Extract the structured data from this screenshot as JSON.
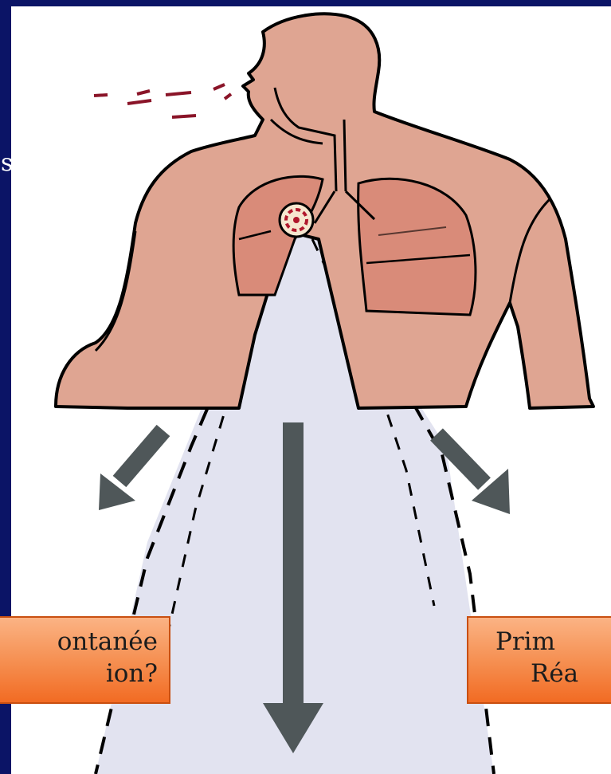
{
  "edge_text": "s",
  "labels": {
    "left": {
      "line1": "ontanée",
      "line2": "ion?"
    },
    "right": {
      "line1": "Prim",
      "line2": "Réa"
    }
  },
  "colors": {
    "frame": "#0b1466",
    "skin": "#dfa592",
    "lung": "#d98b79",
    "outline": "#000000",
    "funnel": "#e2e3f0",
    "arrow": "#4f5759",
    "breath": "#8a1428",
    "label_top": "#fbb384",
    "label_bottom": "#f26b23"
  },
  "icons": [
    "breath-stroke-icon",
    "tumor-icon",
    "arrow-down-left-icon",
    "arrow-down-icon",
    "arrow-down-right-icon"
  ]
}
